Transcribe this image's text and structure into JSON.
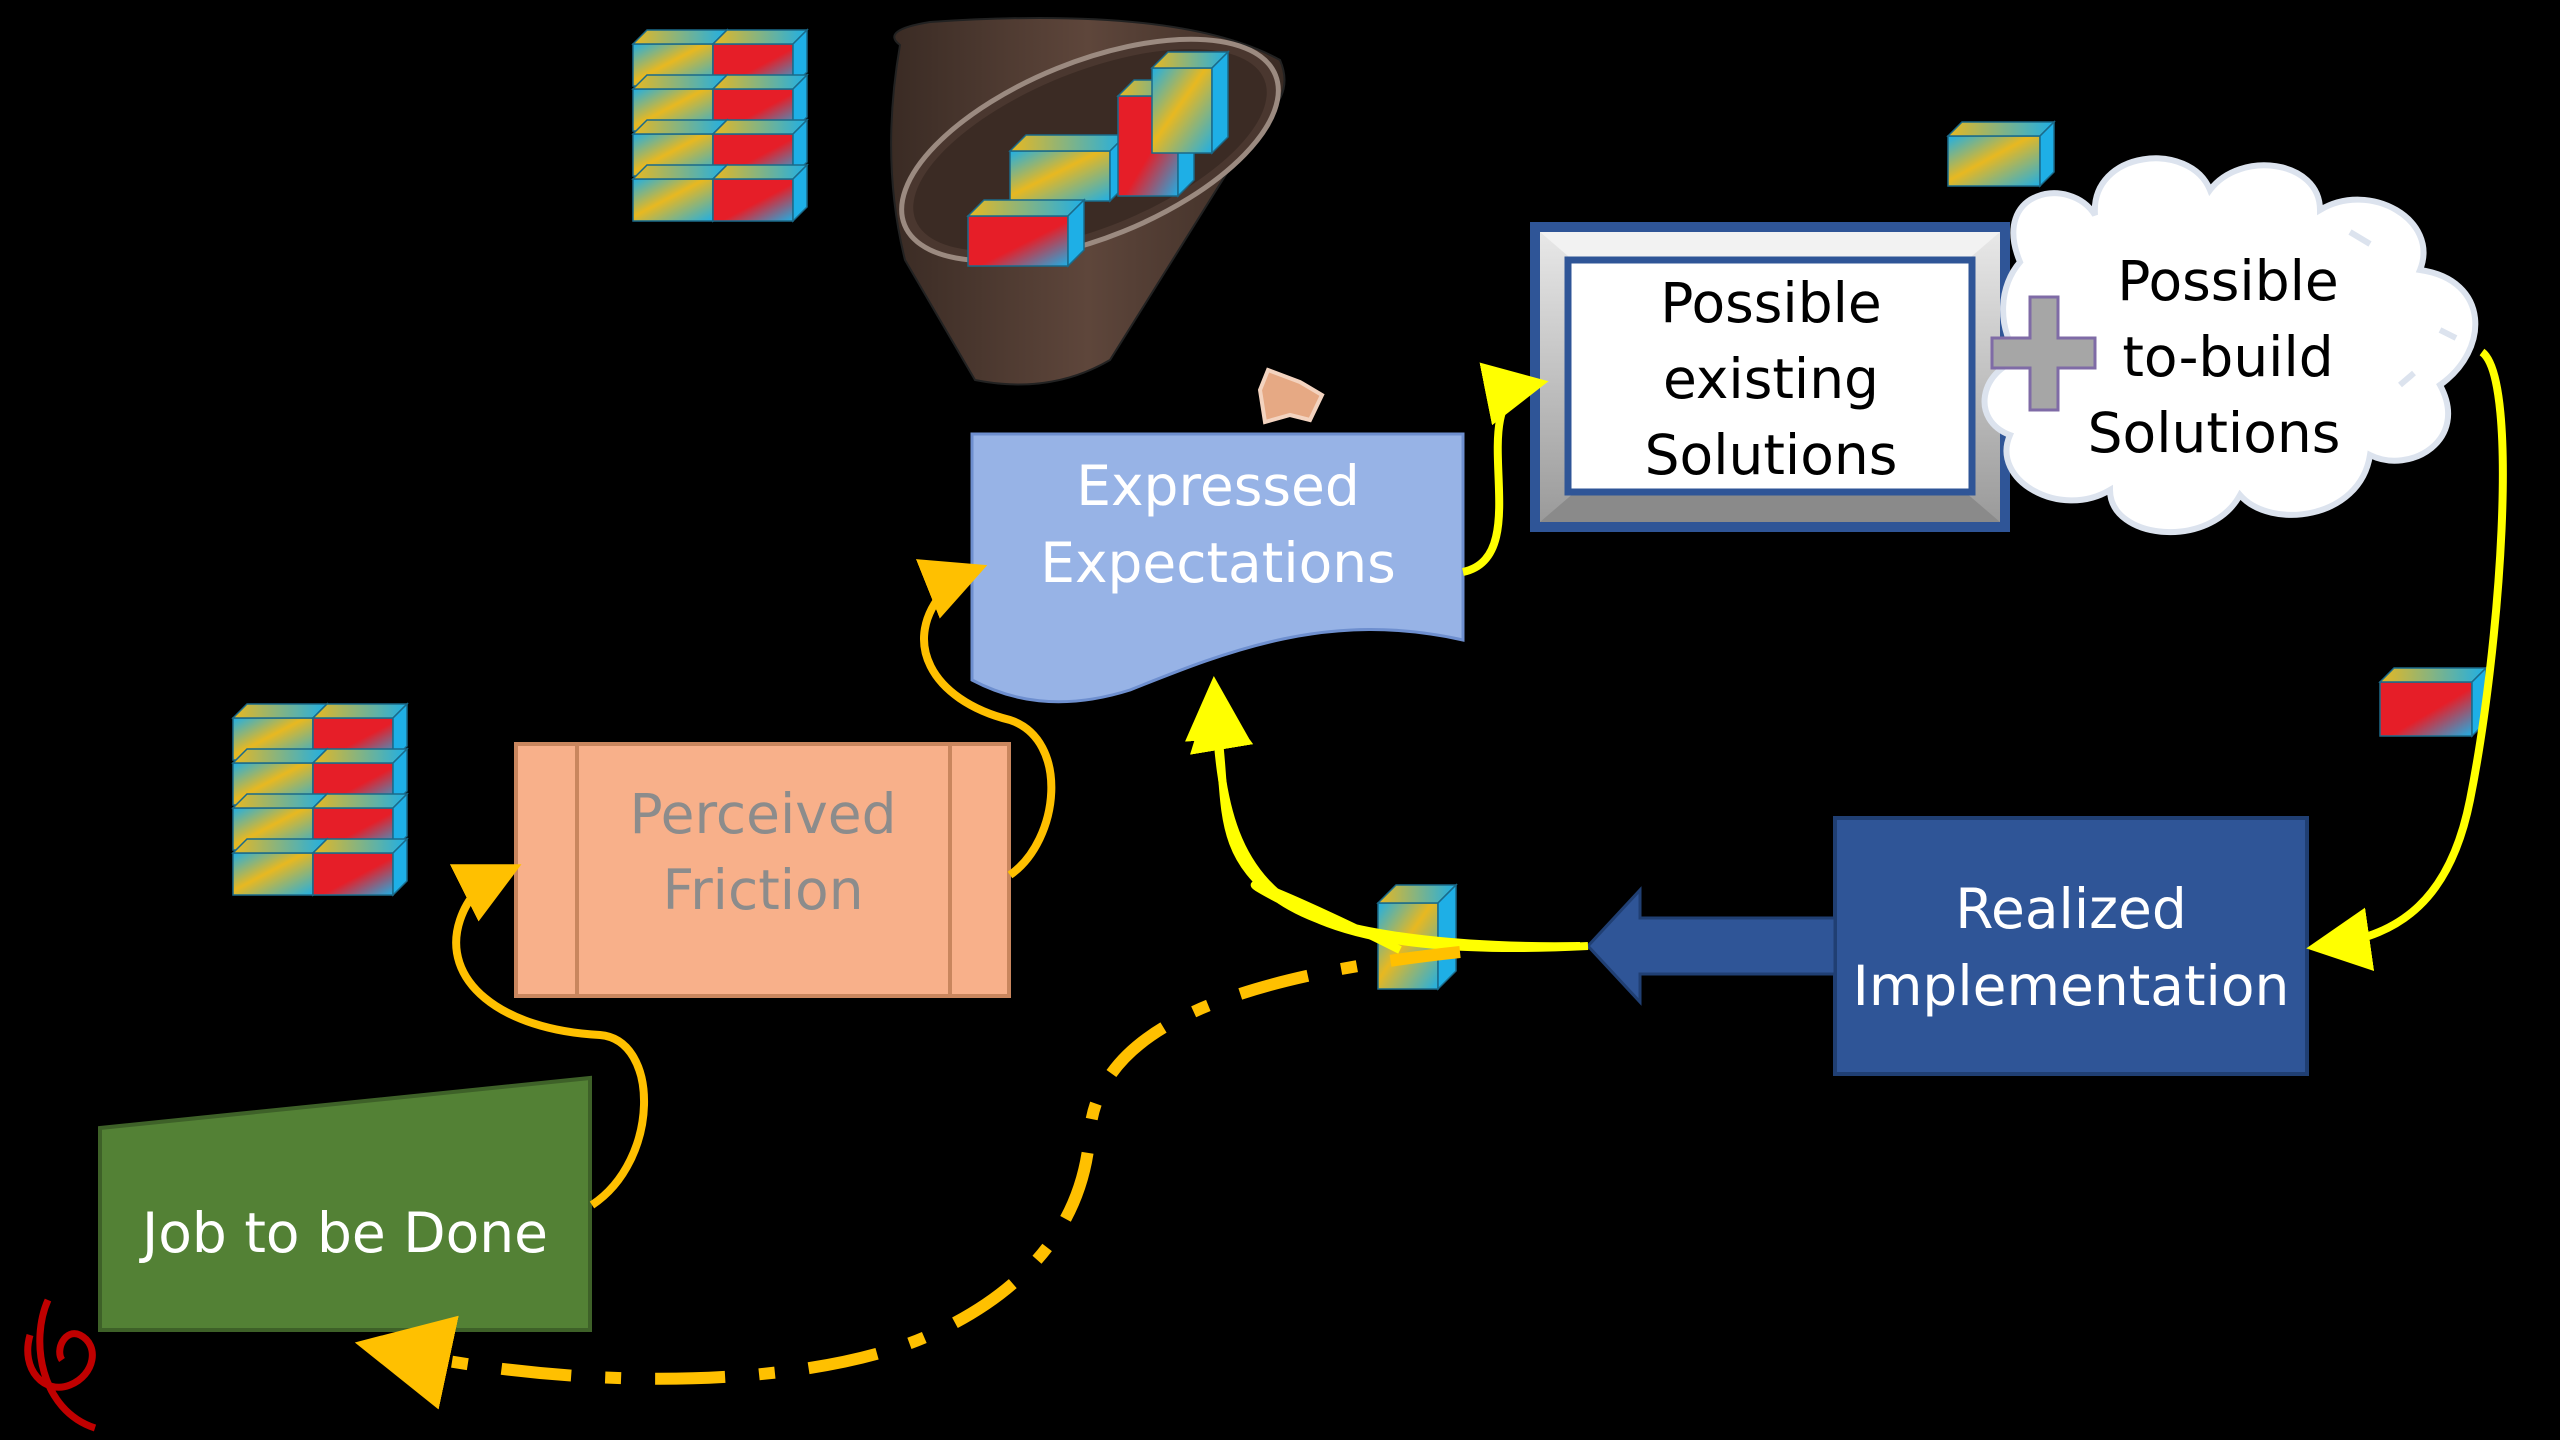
{
  "nodes": {
    "job": {
      "text": "Job to be Done"
    },
    "friction": {
      "lines": [
        "Perceived",
        "Friction"
      ]
    },
    "expectations": {
      "lines": [
        "Expressed",
        "Expectations"
      ]
    },
    "existing": {
      "lines": [
        "Possible",
        "existing",
        "Solutions"
      ]
    },
    "to_build": {
      "lines": [
        "Possible",
        "to-build",
        "Solutions"
      ]
    },
    "realized": {
      "lines": [
        "Realized",
        "Implementation"
      ]
    }
  },
  "colors": {
    "background": "#000000",
    "job_fill": "#538135",
    "friction_fill": "#F8B08A",
    "friction_text": "#8C8C8C",
    "expectations_fill": "#97B3E6",
    "realized_fill": "#2F5597",
    "solutions_frame": "#2F5597",
    "cloud_fill": "#FFFFFF",
    "plus_fill": "#A6A6A6",
    "orange_arrow": "#FFC000",
    "yellow_arrow": "#FFFF00",
    "funnel": "#574138",
    "cube_gold": "#E8B820",
    "cube_blue": "#1EAFE6",
    "cube_red": "#E61E28",
    "logo": "#C00000"
  },
  "icons": [
    "funnel-icon",
    "cube-stack-icon",
    "single-cube-icon",
    "plus-icon",
    "cloud-shape",
    "logo-mark"
  ]
}
